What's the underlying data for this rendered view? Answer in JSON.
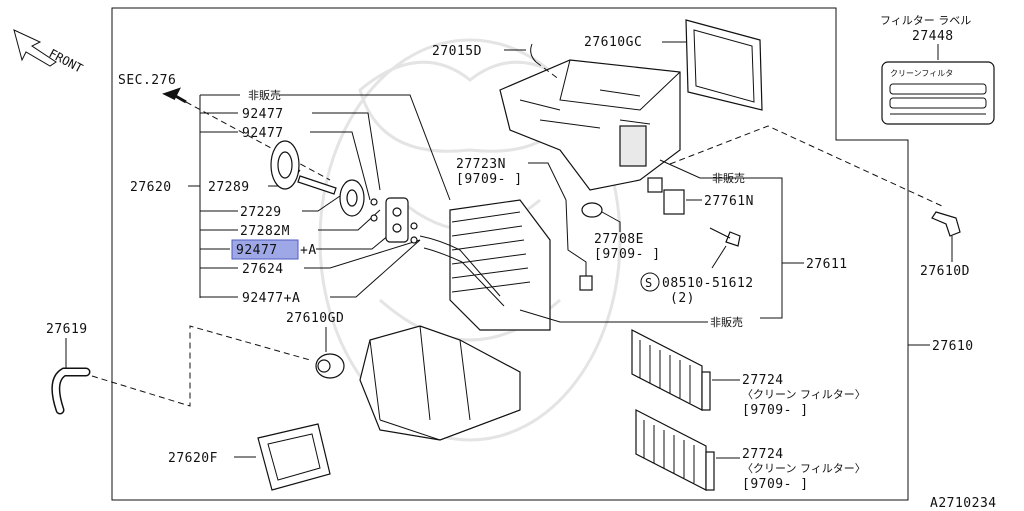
{
  "labels": {
    "front": "FRONT",
    "sec": "SEC.276",
    "hanbai_top": "非販売",
    "p92477_a": "92477",
    "p92477_b": "92477",
    "p27620": "27620",
    "p27289": "27289",
    "p27229": "27229",
    "p27282m": "27282M",
    "p92477a_hl": "92477",
    "p92477a_suffix": "+A",
    "p27624": "27624",
    "p92477a_bottom": "92477+A",
    "p27619": "27619",
    "p27610gd": "27610GD",
    "p27620f": "27620F",
    "p27015d": "27015D",
    "p27610gc": "27610GC",
    "p27723n": "27723N",
    "p27723n_date": "[9709-   ]",
    "hanbai_mid": "非販売",
    "p27761n": "27761N",
    "p27708e": "27708E",
    "p27708e_date": "[9709-   ]",
    "p08510": "08510-51612",
    "p08510_qty": "(2)",
    "s_mark": "S",
    "p27611": "27611",
    "hanbai_low": "非販売",
    "p27610": "27610",
    "p27724_a": "27724",
    "p27724_a_desc": "〈クリーン フィルター〉",
    "p27724_a_date": "[9709-     ]",
    "p27724_b": "27724",
    "p27724_b_desc": "〈クリーン フィルター〉",
    "p27724_b_date": "[9709-     ]",
    "filter_label_title": "フィルター ラベル",
    "p27448": "27448",
    "label_card_text": "クリーンフィルタ",
    "p27610d": "27610D",
    "figure_id": "A2710234"
  },
  "colors": {
    "highlight_fill": "#9fa8e6",
    "highlight_stroke": "#4f5bc0",
    "line": "#111111",
    "watermark": "#e4e4e4"
  }
}
